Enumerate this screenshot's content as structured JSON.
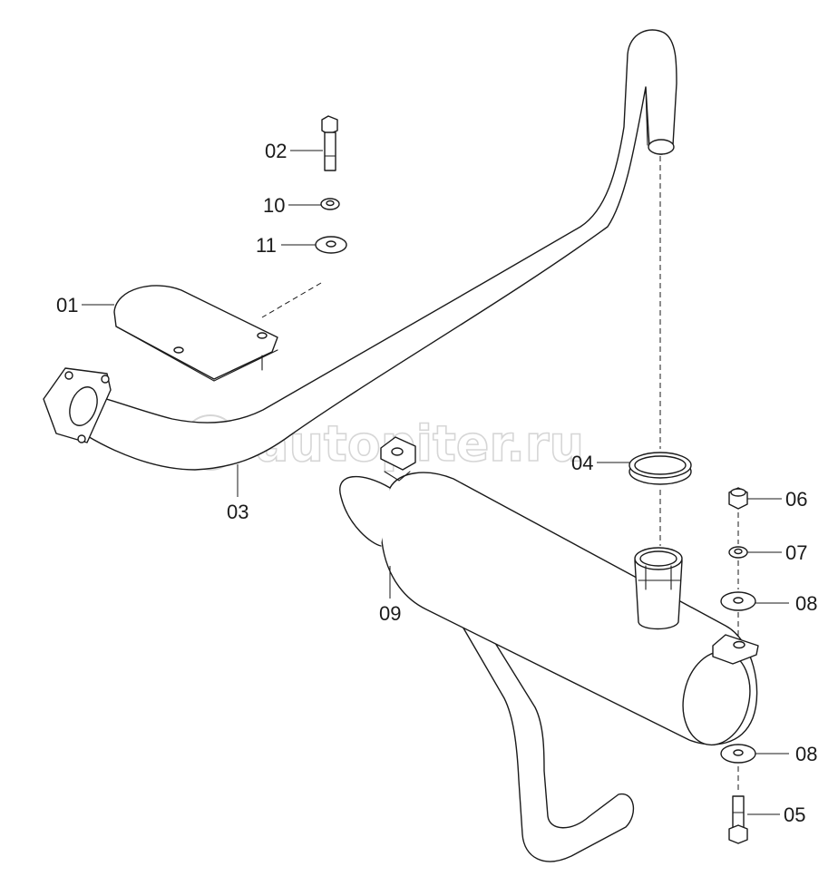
{
  "watermark": {
    "text": "autopiter.ru",
    "logo_glyph": "a>"
  },
  "callouts": [
    {
      "id": "01",
      "label": "01"
    },
    {
      "id": "02",
      "label": "02"
    },
    {
      "id": "03",
      "label": "03"
    },
    {
      "id": "04",
      "label": "04"
    },
    {
      "id": "05",
      "label": "05"
    },
    {
      "id": "06",
      "label": "06"
    },
    {
      "id": "07",
      "label": "07"
    },
    {
      "id": "08a",
      "label": "08"
    },
    {
      "id": "08b",
      "label": "08"
    },
    {
      "id": "09",
      "label": "09"
    },
    {
      "id": "10",
      "label": "10"
    },
    {
      "id": "11",
      "label": "11"
    }
  ],
  "colors": {
    "line": "#1a1a1a",
    "watermark": "#d6d6d6",
    "background": "#ffffff"
  }
}
